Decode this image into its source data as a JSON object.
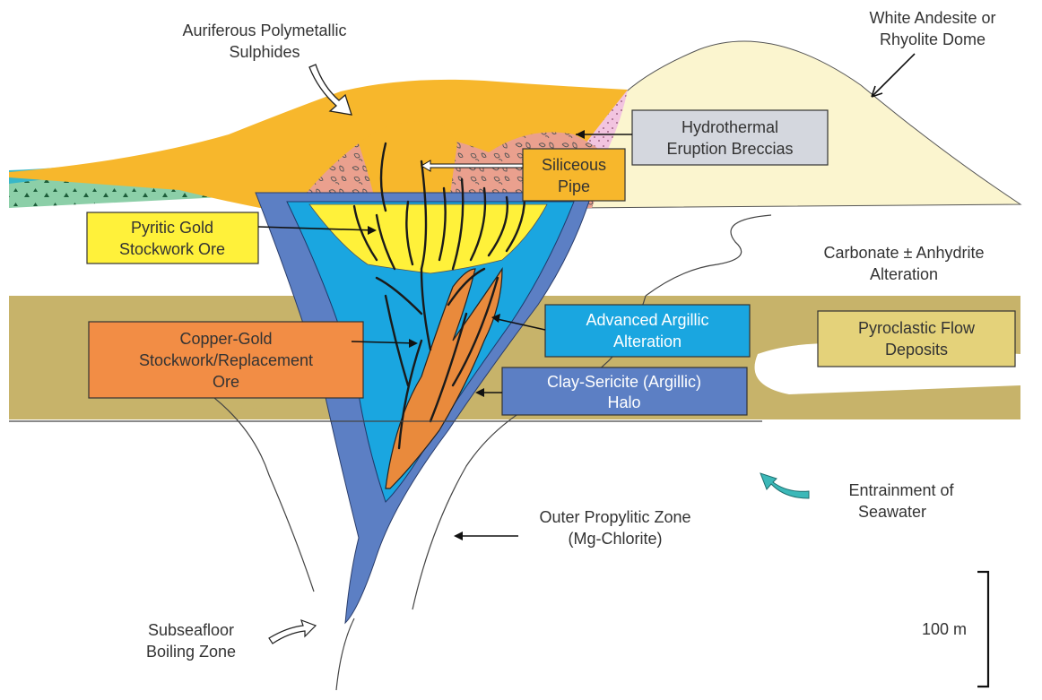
{
  "labels": {
    "auriferous_line1": "Auriferous Polymetallic",
    "auriferous_line2": "Sulphides",
    "dome_line1": "White Andesite or",
    "dome_line2": "Rhyolite Dome",
    "breccia_line1": "Hydrothermal",
    "breccia_line2": "Eruption Breccias",
    "siliceous_line1": "Siliceous",
    "siliceous_line2": "Pipe",
    "pyritic_line1": "Pyritic Gold",
    "pyritic_line2": "Stockwork Ore",
    "carbonate_line1": "Carbonate ± Anhydrite",
    "carbonate_line2": "Alteration",
    "advanced_line1": "Advanced Argillic",
    "advanced_line2": "Alteration",
    "pyroclastic_line1": "Pyroclastic Flow",
    "pyroclastic_line2": "Deposits",
    "copper_line1": "Copper-Gold",
    "copper_line2": "Stockwork/Replacement",
    "copper_line3": "Ore",
    "clay_line1": "Clay-Sericite (Argillic)",
    "clay_line2": "Halo",
    "entrainment_line1": "Entrainment of",
    "entrainment_line2": "Seawater",
    "propylitic_line1": "Outer Propylitic Zone",
    "propylitic_line2": "(Mg-Chlorite)",
    "boiling_line1": "Subseafloor",
    "boiling_line2": "Boiling Zone",
    "scale_label": "100 m"
  },
  "colors": {
    "gold_cap": "#f7b72c",
    "dome": "#fbf5cf",
    "breccia": "#eaa08e",
    "pink_wedge": "#f2c4e0",
    "teal_layer": "#39b7c8",
    "green_layer": "#8ccfa8",
    "olive_layer": "#c7b36a",
    "cyan_zone": "#1aa6e0",
    "blue_halo": "#5c7fc4",
    "yellow_ore": "#fff13a",
    "orange_ore": "#e98a3c",
    "label_yellow": "#fff13a",
    "label_gold": "#f7b72c",
    "label_grey": "#d4d7de",
    "label_cyan": "#1aa6e0",
    "label_orange": "#f28d45",
    "label_khaki": "#e4d27a",
    "label_blue": "#5c7fc4",
    "seawater_arrow": "#3bb8b8"
  }
}
